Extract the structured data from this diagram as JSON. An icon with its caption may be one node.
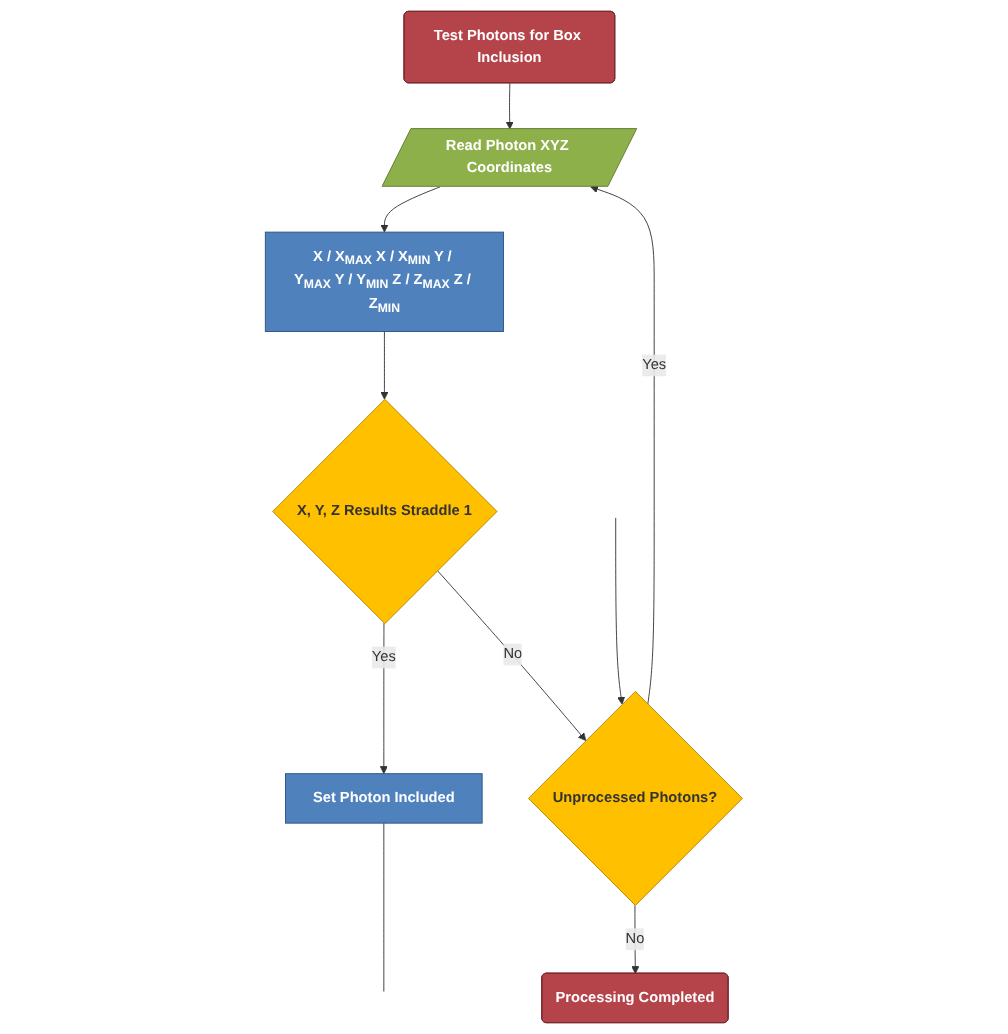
{
  "diagram": {
    "nodes": [
      {
        "text": [
          "Test Photons for Box Inclusion"
        ]
      },
      {
        "text": [
          "Read Photon XYZ Coordinates"
        ]
      },
      {
        "text": [
          "X / X$_{MAX}$ X / X$_{MIN}$ Y / Y$_{MAX}$ Y / Y$_{MIN}$ Z / Z$_{MAX}$ Z / Z$_{MIN}$"
        ]
      },
      {
        "text": [
          "X, Y, Z Results Straddle 1"
        ]
      },
      {
        "text": [
          "Set Photon Included"
        ]
      },
      {
        "text": [
          "Unprocessed Photons?"
        ]
      },
      {
        "text": [
          "Processing Completed"
        ]
      }
    ],
    "edges": [
      {
        "from": 0,
        "to": 1,
        "arrow": "to"
      },
      {
        "from": 1,
        "to": 2,
        "arrow": "to"
      },
      {
        "from": 2,
        "to": 3,
        "arrow": "to"
      },
      {
        "from": 3,
        "to": 4,
        "label": "Yes",
        "arrow": "to"
      },
      {
        "from": 3,
        "to": 5,
        "label": "No",
        "arrow": "to"
      },
      {
        "from": 4,
        "to": null,
        "arrow": "none"
      },
      {
        "from": null,
        "to": 5,
        "arrow": "to"
      },
      {
        "from": 5,
        "to": 1,
        "label": "Yes",
        "arrow": "to"
      },
      {
        "from": 5,
        "to": 6,
        "label": "No",
        "arrow": "to"
      }
    ]
  }
}
